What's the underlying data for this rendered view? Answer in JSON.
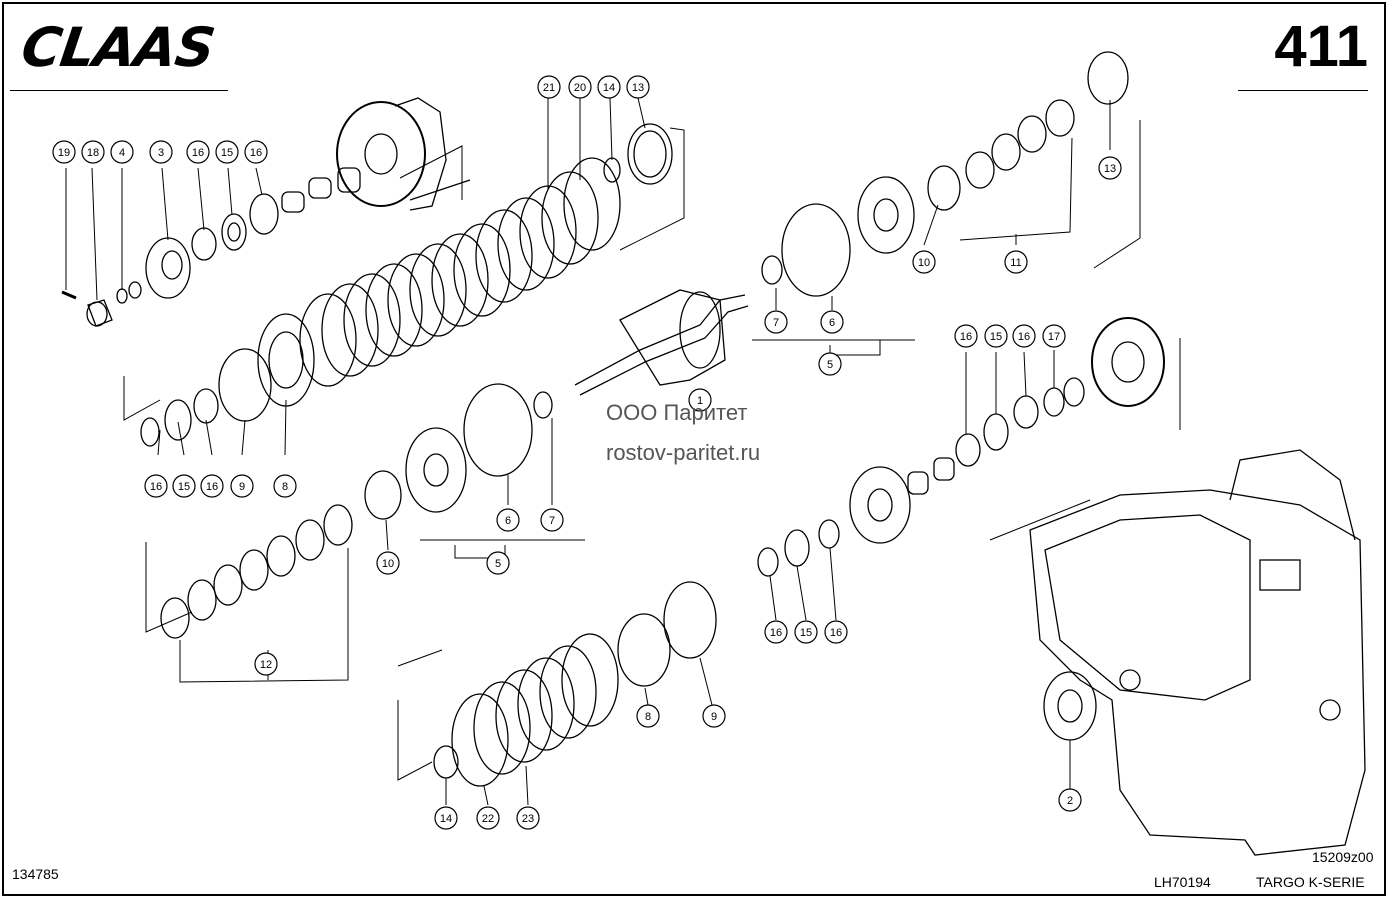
{
  "header": {
    "brand": "CLAAS",
    "page_number": "411"
  },
  "footer": {
    "left_code": "134785",
    "drawing_code": "15209z00",
    "doc_code": "LH70194",
    "series": "TARGO K-SERIE"
  },
  "watermark": {
    "line1": "ООО Паритет",
    "line2": "rostov-paritet.ru"
  },
  "callouts": [
    "19",
    "18",
    "4",
    "3",
    "16",
    "15",
    "16",
    "21",
    "20",
    "14",
    "13",
    "13",
    "10",
    "11",
    "7",
    "6",
    "5",
    "1",
    "16",
    "15",
    "16",
    "17",
    "16",
    "15",
    "16",
    "9",
    "8",
    "10",
    "6",
    "7",
    "5",
    "12",
    "16",
    "15",
    "16",
    "8",
    "9",
    "14",
    "22",
    "23",
    "2"
  ],
  "colors": {
    "line": "#000000",
    "paper": "#ffffff",
    "watermark": "#555555"
  }
}
